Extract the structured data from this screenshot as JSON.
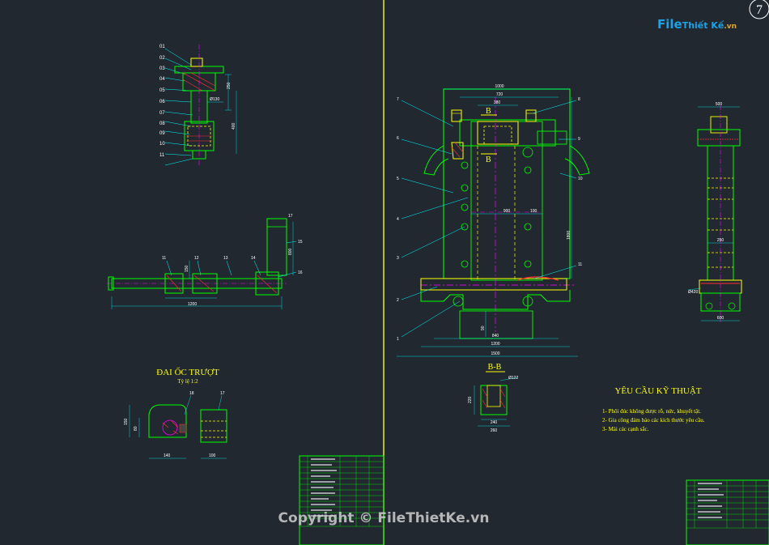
{
  "sheet": {
    "number": "7",
    "logo": {
      "part1": "File",
      "part2": "Thiết Kế",
      "part3": ".vn"
    },
    "watermark": "Copyright © FileThietKe.vn"
  },
  "nut_detail": {
    "title": "ĐAI ỐC TRƯỢT",
    "scale": "Tỷ lệ 1:2",
    "callouts": [
      "18",
      "17"
    ],
    "dims": [
      "140",
      "100",
      "150",
      "80"
    ]
  },
  "top_assembly": {
    "callouts": [
      "01",
      "02",
      "03",
      "04",
      "05",
      "06",
      "07",
      "08",
      "09",
      "10",
      "11"
    ],
    "dims": [
      "250",
      "Ø130",
      "400"
    ]
  },
  "shaft_assembly": {
    "callouts": [
      "11",
      "12",
      "13",
      "14",
      "15",
      "16",
      "17"
    ],
    "dims": [
      "1200",
      "800",
      "150"
    ]
  },
  "main_view": {
    "callouts_left": [
      "7",
      "6",
      "5",
      "4",
      "3",
      "2",
      "1"
    ],
    "callouts_right": [
      "8",
      "9",
      "10",
      "11"
    ],
    "section_label": "B",
    "dims": [
      "1000",
      "720",
      "380",
      "900",
      "100",
      "840",
      "1200",
      "1500",
      "1800",
      "90"
    ]
  },
  "section_bb": {
    "title": "B-B",
    "dims": [
      "Ø122",
      "220",
      "240",
      "260"
    ]
  },
  "side_view": {
    "dims": [
      "500",
      "250",
      "600",
      "Ø420"
    ]
  },
  "requirements": {
    "title": "YÊU CẦU KỸ THUẬT",
    "items": [
      "1- Phôi đúc không được rỗ, nức, khuyết tật.",
      "2- Gia công đảm bảo các kích thước yêu cầu.",
      "3- Mài các cạnh sắc."
    ]
  }
}
